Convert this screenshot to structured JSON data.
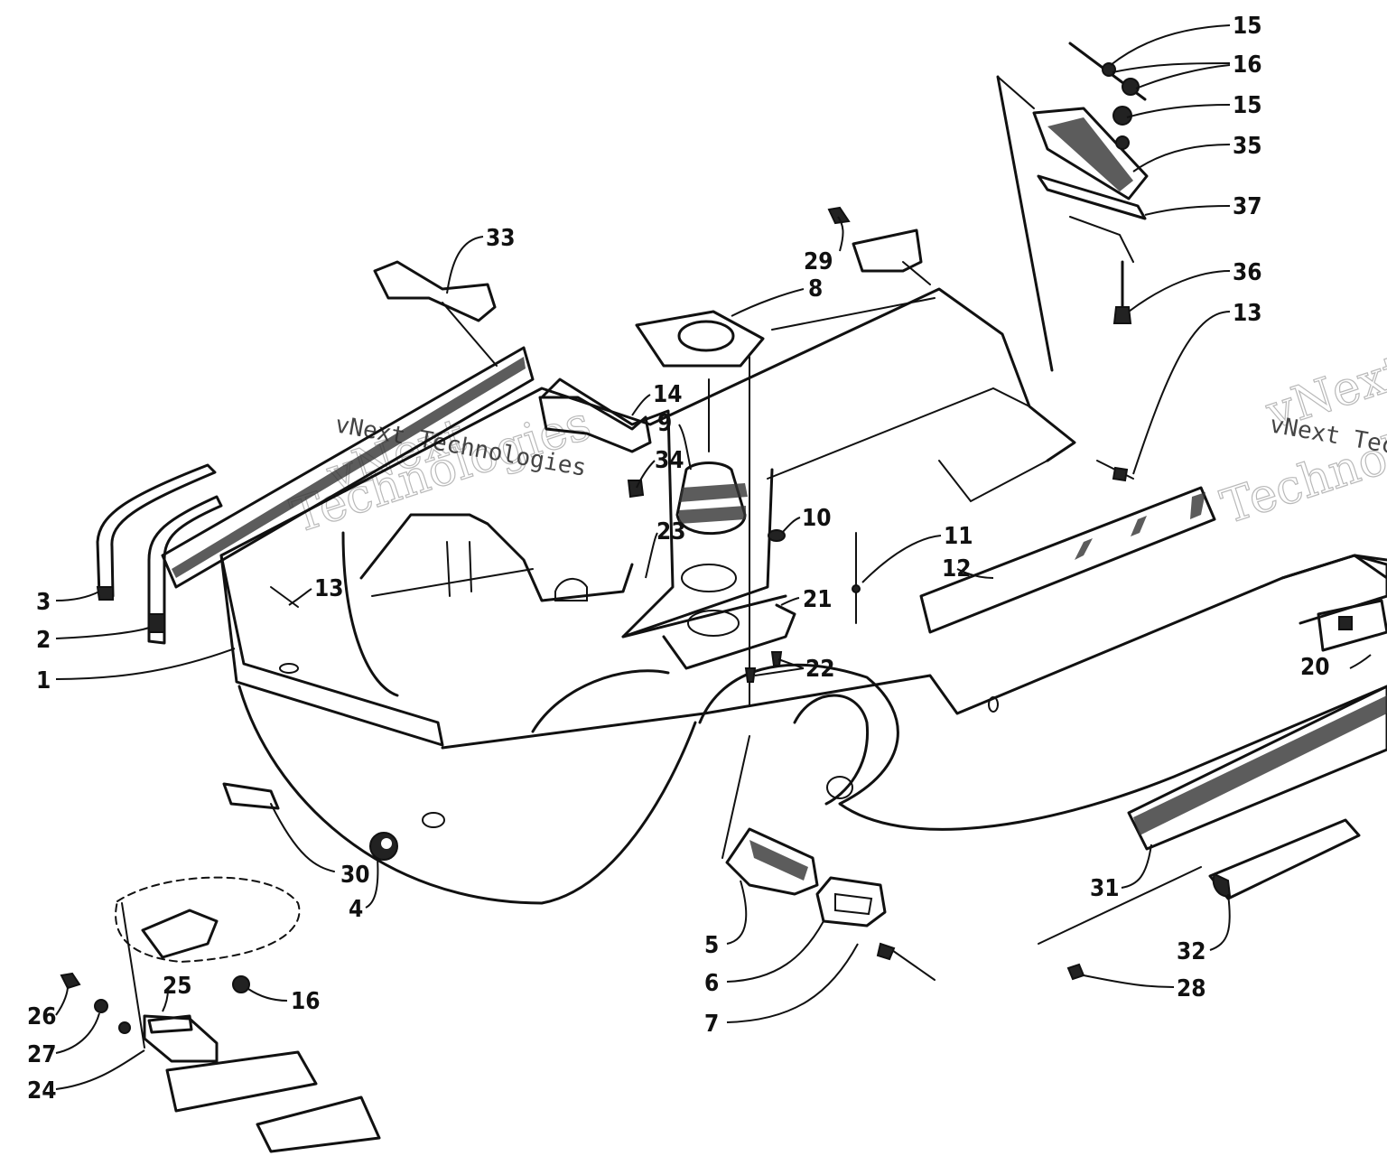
{
  "watermark": {
    "company": "vNext Technologies",
    "line1": "vNext",
    "line2": "Technologies"
  },
  "callouts": [
    {
      "id": "c15a",
      "label": "15"
    },
    {
      "id": "c16a",
      "label": "16"
    },
    {
      "id": "c15b",
      "label": "15"
    },
    {
      "id": "c35",
      "label": "35"
    },
    {
      "id": "c37",
      "label": "37"
    },
    {
      "id": "c36",
      "label": "36"
    },
    {
      "id": "c13a",
      "label": "13"
    },
    {
      "id": "c33",
      "label": "33"
    },
    {
      "id": "c29",
      "label": "29"
    },
    {
      "id": "c8",
      "label": "8"
    },
    {
      "id": "c14",
      "label": "14"
    },
    {
      "id": "c9",
      "label": "9"
    },
    {
      "id": "c34",
      "label": "34"
    },
    {
      "id": "c23",
      "label": "23"
    },
    {
      "id": "c10",
      "label": "10"
    },
    {
      "id": "c11",
      "label": "11"
    },
    {
      "id": "c12",
      "label": "12"
    },
    {
      "id": "c13b",
      "label": "13"
    },
    {
      "id": "c21",
      "label": "21"
    },
    {
      "id": "c22",
      "label": "22"
    },
    {
      "id": "c20",
      "label": "20"
    },
    {
      "id": "c3",
      "label": "3"
    },
    {
      "id": "c2",
      "label": "2"
    },
    {
      "id": "c1",
      "label": "1"
    },
    {
      "id": "c30",
      "label": "30"
    },
    {
      "id": "c4",
      "label": "4"
    },
    {
      "id": "c5",
      "label": "5"
    },
    {
      "id": "c6",
      "label": "6"
    },
    {
      "id": "c7",
      "label": "7"
    },
    {
      "id": "c31",
      "label": "31"
    },
    {
      "id": "c32",
      "label": "32"
    },
    {
      "id": "c28",
      "label": "28"
    },
    {
      "id": "c25",
      "label": "25"
    },
    {
      "id": "c16b",
      "label": "16"
    },
    {
      "id": "c26",
      "label": "26"
    },
    {
      "id": "c27",
      "label": "27"
    },
    {
      "id": "c24",
      "label": "24"
    }
  ]
}
